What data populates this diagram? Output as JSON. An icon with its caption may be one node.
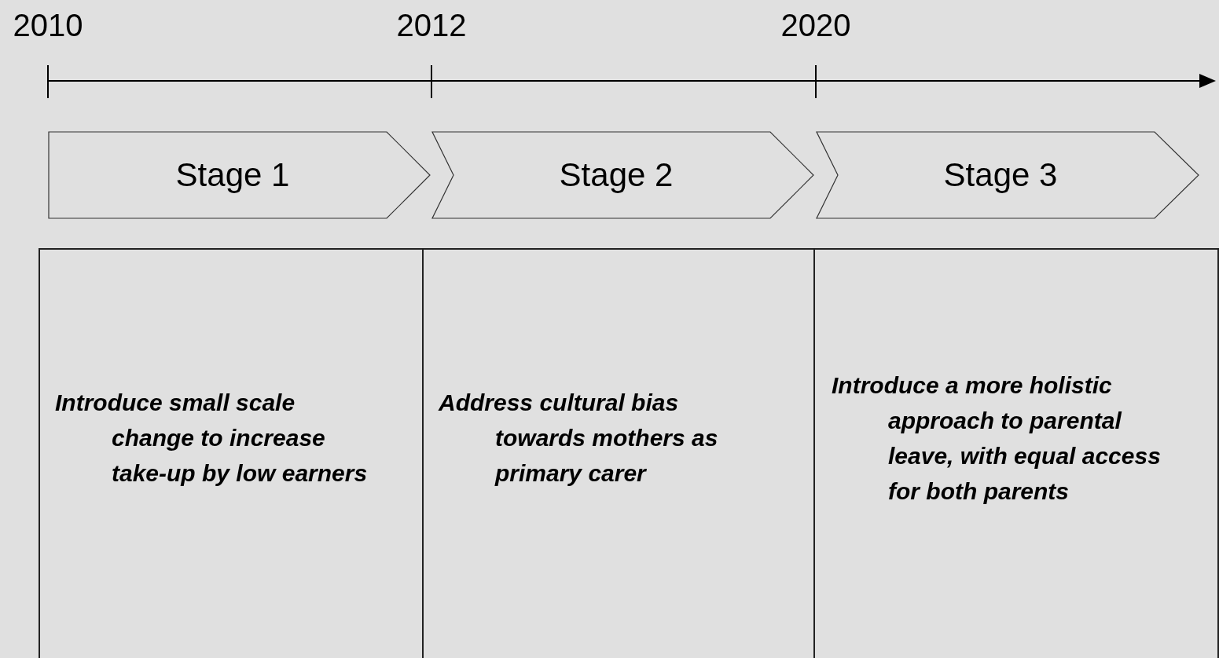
{
  "diagram": {
    "nodes": [
      {
        "text": [
          "Stage 1"
        ]
      },
      {
        "text": [
          "Stage 2"
        ]
      },
      {
        "text": [
          "Stage 3"
        ]
      },
      {
        "text": [
          "Introduce small scale change to increase take-up by low earners"
        ]
      },
      {
        "text": [
          "Address cultural bias towards mothers as primary carer"
        ]
      },
      {
        "text": [
          "Introduce a more holistic approach to parental leave, with equal access for both parents"
        ]
      }
    ],
    "labels": [
      "2010",
      "2012",
      "2020"
    ]
  }
}
